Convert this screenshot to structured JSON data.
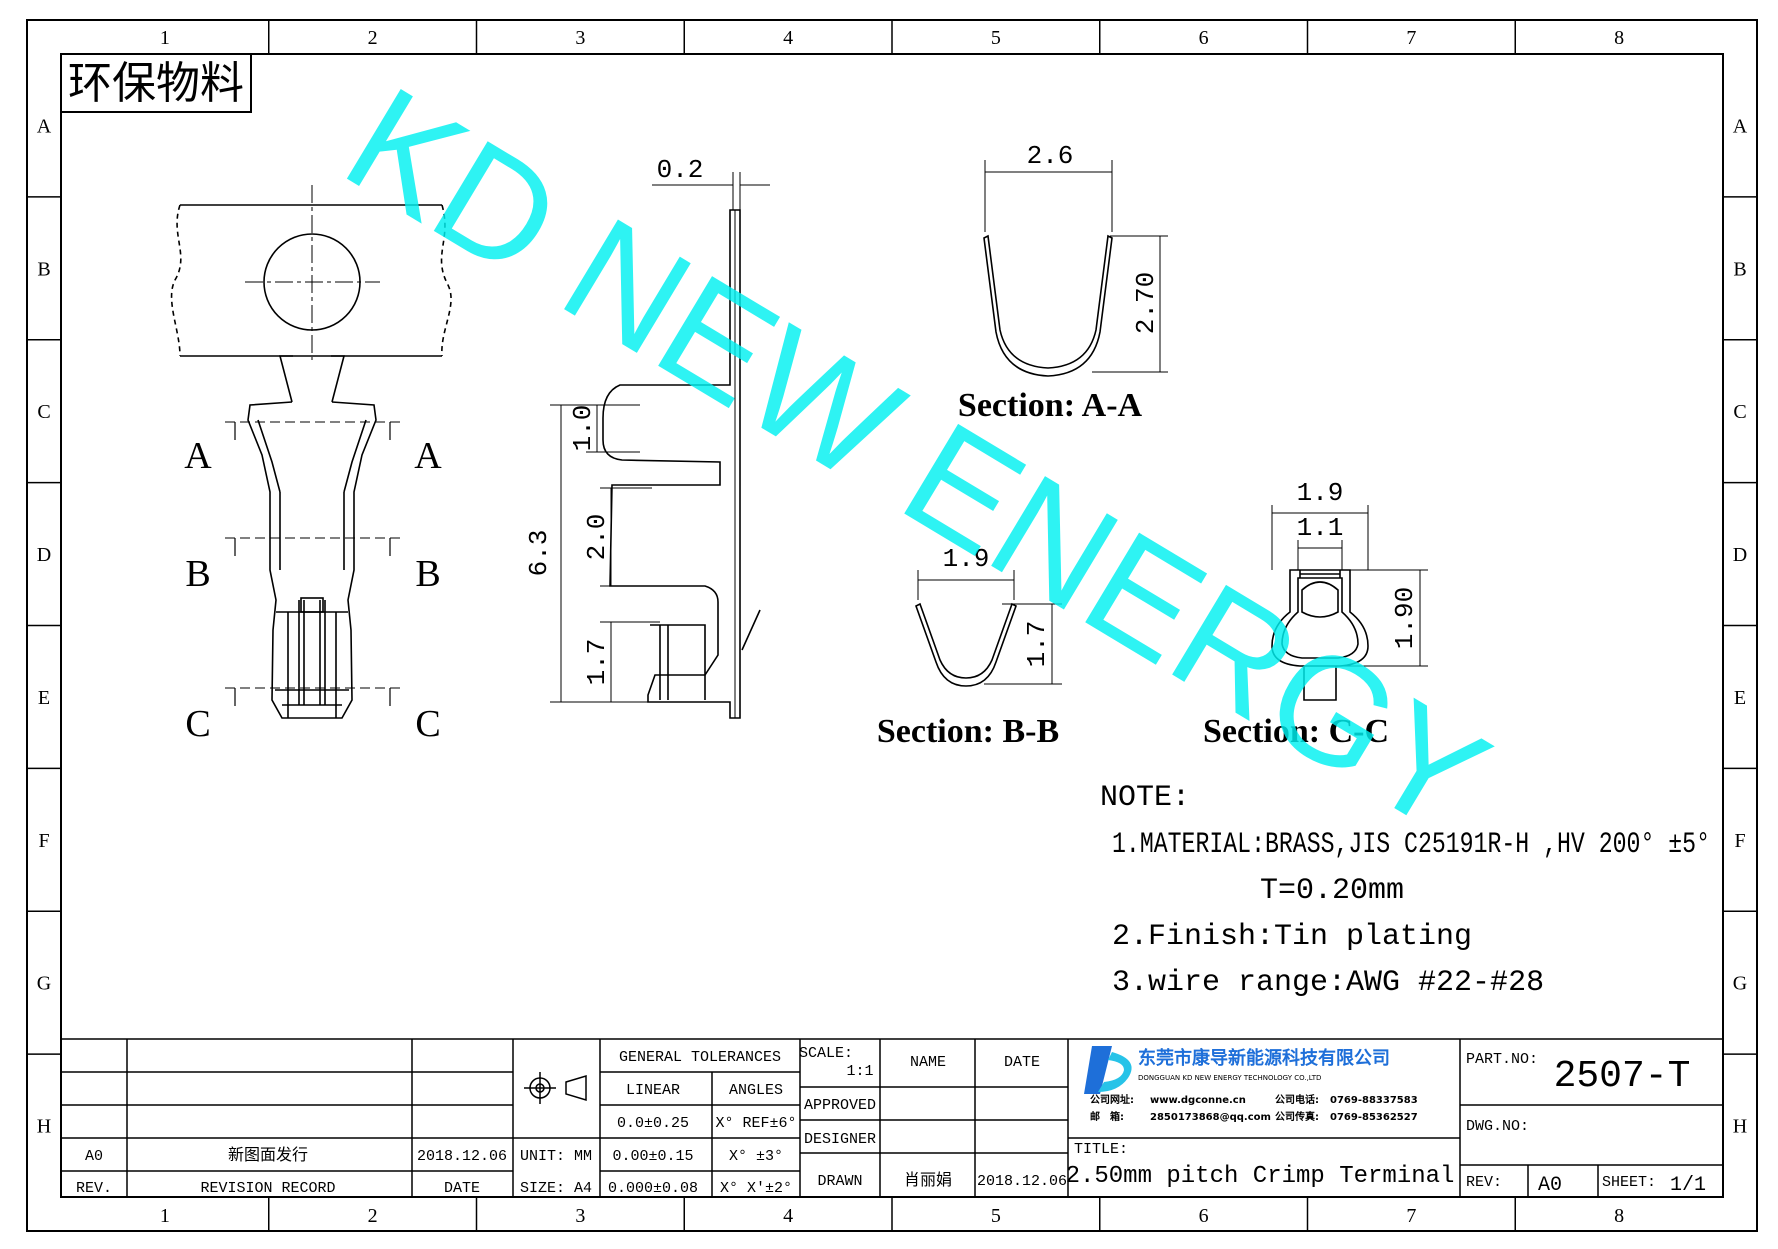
{
  "zone_columns": [
    "1",
    "2",
    "3",
    "4",
    "5",
    "6",
    "7",
    "8"
  ],
  "zone_rows": [
    "A",
    "B",
    "C",
    "D",
    "E",
    "F",
    "G",
    "H"
  ],
  "stamp": "环保物料",
  "watermark": "KD NEW ENERGY",
  "section_markers": {
    "a": "A",
    "b": "B",
    "c": "C"
  },
  "dimensions": {
    "thickness": "0.2",
    "aa_width": "2.6",
    "aa_height": "2.70",
    "side_top": "1.0",
    "side_mid": "2.0",
    "side_total": "6.3",
    "side_bottom": "1.7",
    "bb_width": "1.9",
    "bb_height": "1.7",
    "cc_outer": "1.9",
    "cc_inner": "1.1",
    "cc_height": "1.90"
  },
  "section_titles": {
    "aa": "Section: A-A",
    "bb": "Section: B-B",
    "cc": "Section: C-C"
  },
  "notes": {
    "heading": "NOTE:",
    "line1": "1.MATERIAL:BRASS,JIS C25191R-H ,HV 200° ±5°",
    "line1b": "T=0.20mm",
    "line2": "2.Finish:Tin plating",
    "line3": "3.wire range:AWG #22-#28"
  },
  "title_block": {
    "rev_value": "A0",
    "rev_record": "新图面发行",
    "rev_date": "2018.12.06",
    "rev_header": "REV.",
    "record_header": "REVISION RECORD",
    "date_header": "DATE",
    "unit": "UNIT: MM",
    "size": "SIZE: A4",
    "general_tolerances": "GENERAL TOLERANCES",
    "linear": "LINEAR",
    "angles": "ANGLES",
    "tol_linear_1": "0.0±0.25",
    "tol_linear_2": "0.00±0.15",
    "tol_linear_3": "0.000±0.08",
    "tol_angle_1": "X° REF±6°",
    "tol_angle_2": "X° ±3°",
    "tol_angle_3": "X° X'±2°",
    "scale_label": "SCALE:",
    "scale_value": "1:1",
    "approved": "APPROVED",
    "designer": "DESIGNER",
    "drawn": "DRAWN",
    "name_header": "NAME",
    "date_header2": "DATE",
    "drawn_name": "肖丽娟",
    "drawn_date": "2018.12.06",
    "company_cn": "东莞市康导新能源科技有限公司",
    "company_en": "DONGGUAN KD NEW ENERGY TECHNOLOGY CO.,LTD",
    "web_label": "公司网址:",
    "web_value": "www.dgconne.cn",
    "phone_label": "公司电话:",
    "phone_value": "0769-88337583",
    "mail_label": "邮　箱:",
    "mail_value": "2850173868@qq.com",
    "fax_label": "公司传真:",
    "fax_value": "0769-85362527",
    "title_label": "TITLE:",
    "title_value": "2.50mm pitch Crimp Terminal",
    "part_no_label": "PART.NO:",
    "part_no_value": "2507-T",
    "dwg_no_label": "DWG.NO:",
    "rev_label": "REV:",
    "rev_block_value": "A0",
    "sheet_label": "SHEET:",
    "sheet_value": "1/1"
  },
  "colors": {
    "ink": "#000000",
    "watermark": "#00f0f0",
    "logo_blue": "#1e6fd9",
    "logo_cyan": "#27c3e8"
  }
}
